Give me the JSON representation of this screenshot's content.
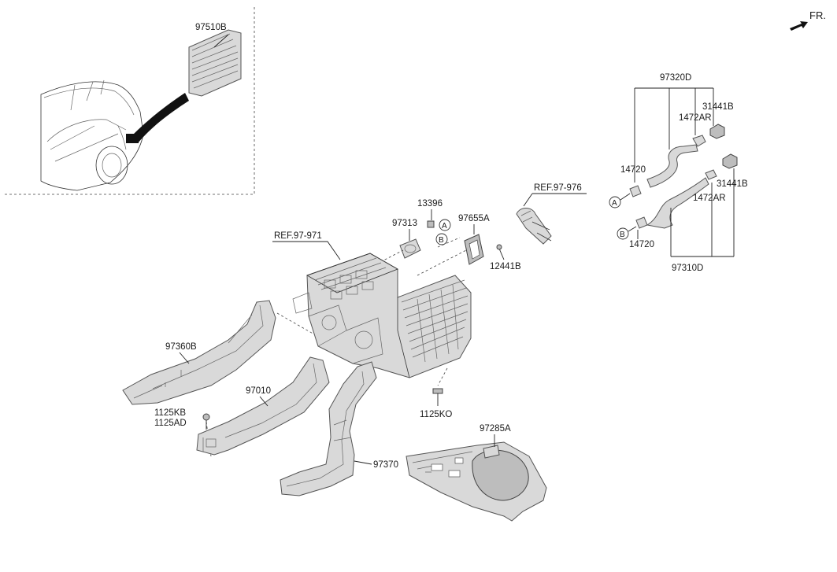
{
  "direction": {
    "label": "FR."
  },
  "labels": {
    "p97510B": "97510B",
    "p97320D": "97320D",
    "p31441B_top": "31441B",
    "p1472AR_top": "1472AR",
    "p14720_top": "14720",
    "p31441B_bot": "31441B",
    "p1472AR_bot": "1472AR",
    "p14720_bot": "14720",
    "p97310D": "97310D",
    "ref_976": "REF.97-976",
    "ref_971": "REF.97-971",
    "p13396": "13396",
    "p97313": "97313",
    "p97655A": "97655A",
    "p12441B": "12441B",
    "p97360B": "97360B",
    "p97010": "97010",
    "p1125KB": "1125KB",
    "p1125AD": "1125AD",
    "p1125KO": "1125KO",
    "p97285A": "97285A",
    "p97370": "97370"
  },
  "markers": {
    "a": "A",
    "b": "B"
  }
}
